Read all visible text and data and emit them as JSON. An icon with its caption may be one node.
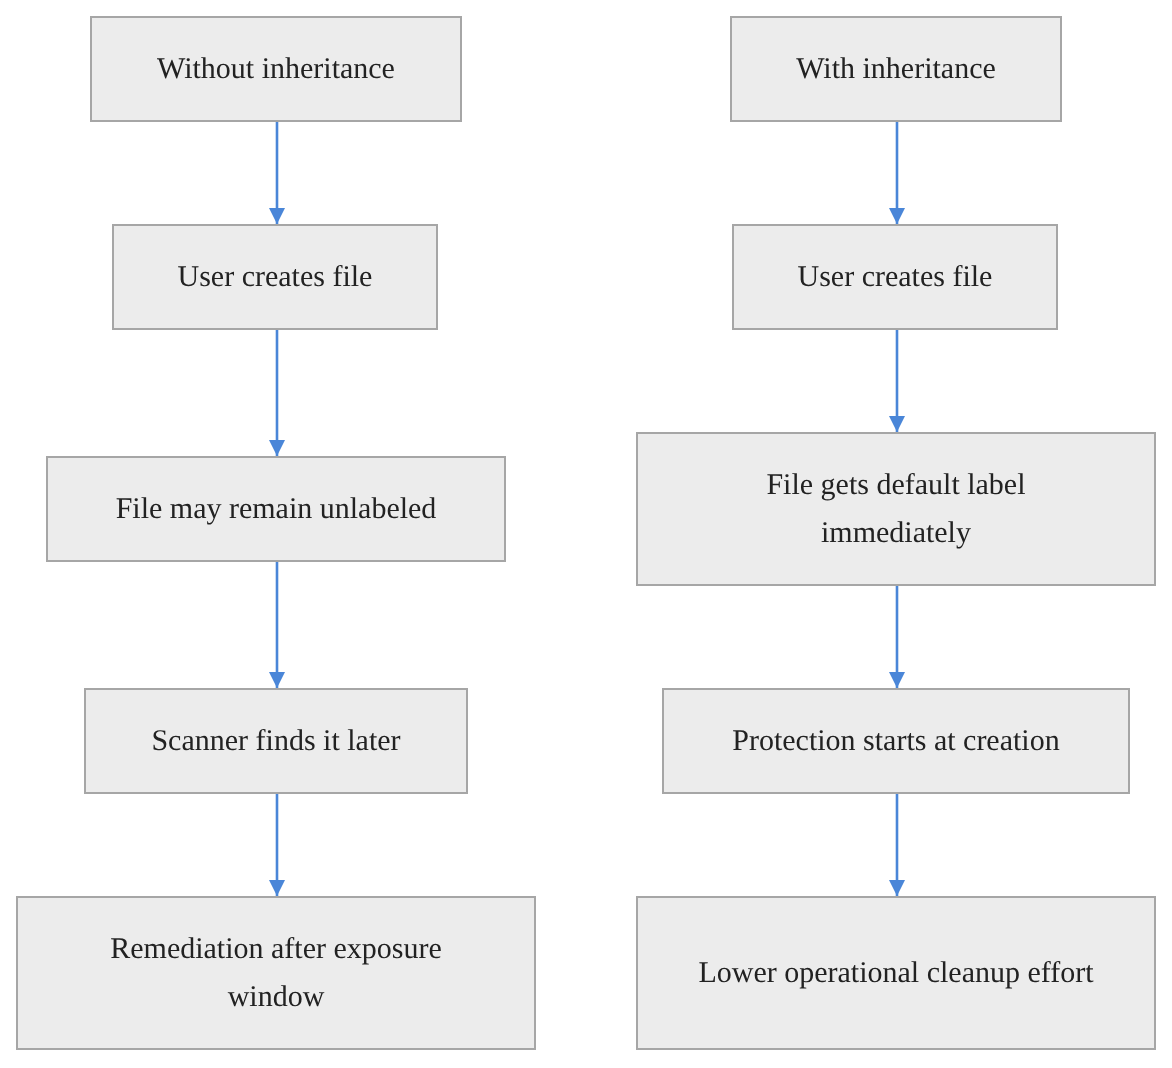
{
  "diagram": {
    "nodes": [
      {
        "text": [
          "Without inheritance"
        ]
      },
      {
        "text": [
          "User creates file"
        ]
      },
      {
        "text": [
          "File may remain unlabeled"
        ]
      },
      {
        "text": [
          "Scanner finds it later"
        ]
      },
      {
        "text": [
          "Remediation after exposure window"
        ]
      },
      {
        "text": [
          "With inheritance"
        ]
      },
      {
        "text": [
          "User creates file"
        ]
      },
      {
        "text": [
          "File gets default label immediately"
        ]
      },
      {
        "text": [
          "Protection starts at creation"
        ]
      },
      {
        "text": [
          "Lower operational cleanup effort"
        ]
      }
    ],
    "edges": [
      {
        "from": 0,
        "to": 1,
        "arrow": "to"
      },
      {
        "from": 1,
        "to": 2,
        "arrow": "to"
      },
      {
        "from": 2,
        "to": 3,
        "arrow": "to"
      },
      {
        "from": 3,
        "to": 4,
        "arrow": "to"
      },
      {
        "from": 5,
        "to": 6,
        "arrow": "to"
      },
      {
        "from": 6,
        "to": 7,
        "arrow": "to"
      },
      {
        "from": 7,
        "to": 8,
        "arrow": "to"
      },
      {
        "from": 8,
        "to": 9,
        "arrow": "to"
      }
    ]
  }
}
